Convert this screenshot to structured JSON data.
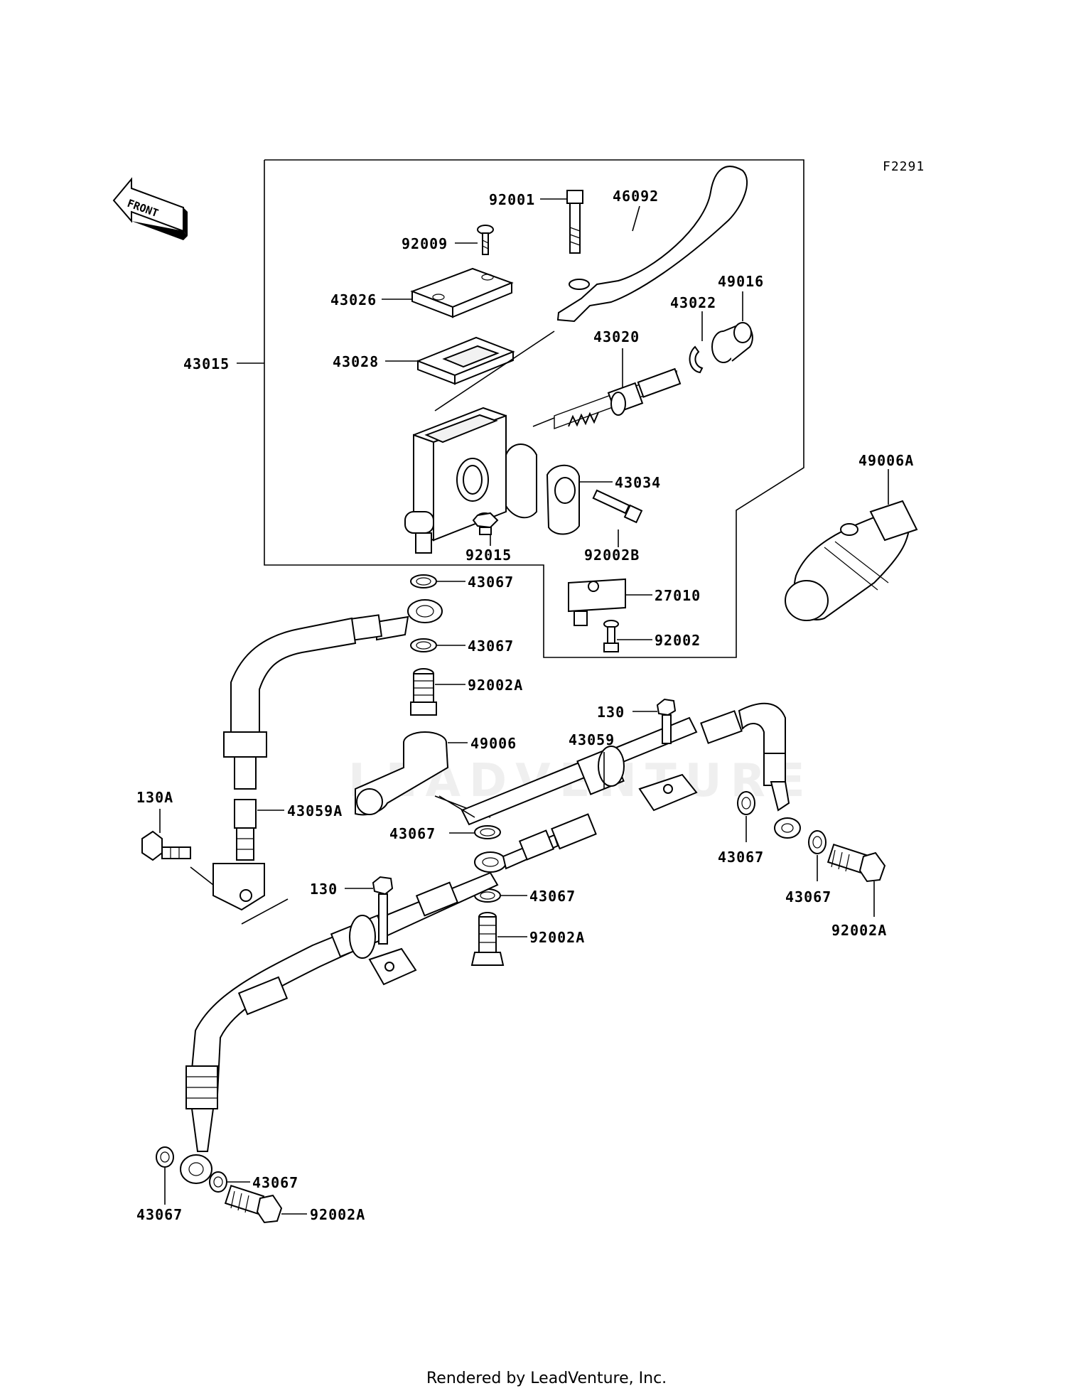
{
  "figure_code": "F2291",
  "front_label": "FRONT",
  "footer": "Rendered by LeadVenture, Inc.",
  "watermark": "LEADVENTURE",
  "labels": {
    "l92001": "92001",
    "l46092": "46092",
    "l92009": "92009",
    "l43026": "43026",
    "l49016": "49016",
    "l43022": "43022",
    "l43020": "43020",
    "l43015": "43015",
    "l43028": "43028",
    "l49006A": "49006A",
    "l43034": "43034",
    "l92015": "92015",
    "l92002B": "92002B",
    "l43067a": "43067",
    "l27010": "27010",
    "l43067b": "43067",
    "l92002": "92002",
    "l92002Aa": "92002A",
    "l130a": "130",
    "l43059": "43059",
    "l49006": "49006",
    "l130A": "130A",
    "l43059A": "43059A",
    "l43067c": "43067",
    "l43067d": "43067",
    "l43067e": "43067",
    "l130b": "130",
    "l43067f": "43067",
    "l92002Ab": "92002A",
    "l92002Ac": "92002A",
    "l43067g": "43067",
    "l43067h": "43067",
    "l92002Ad": "92002A"
  }
}
